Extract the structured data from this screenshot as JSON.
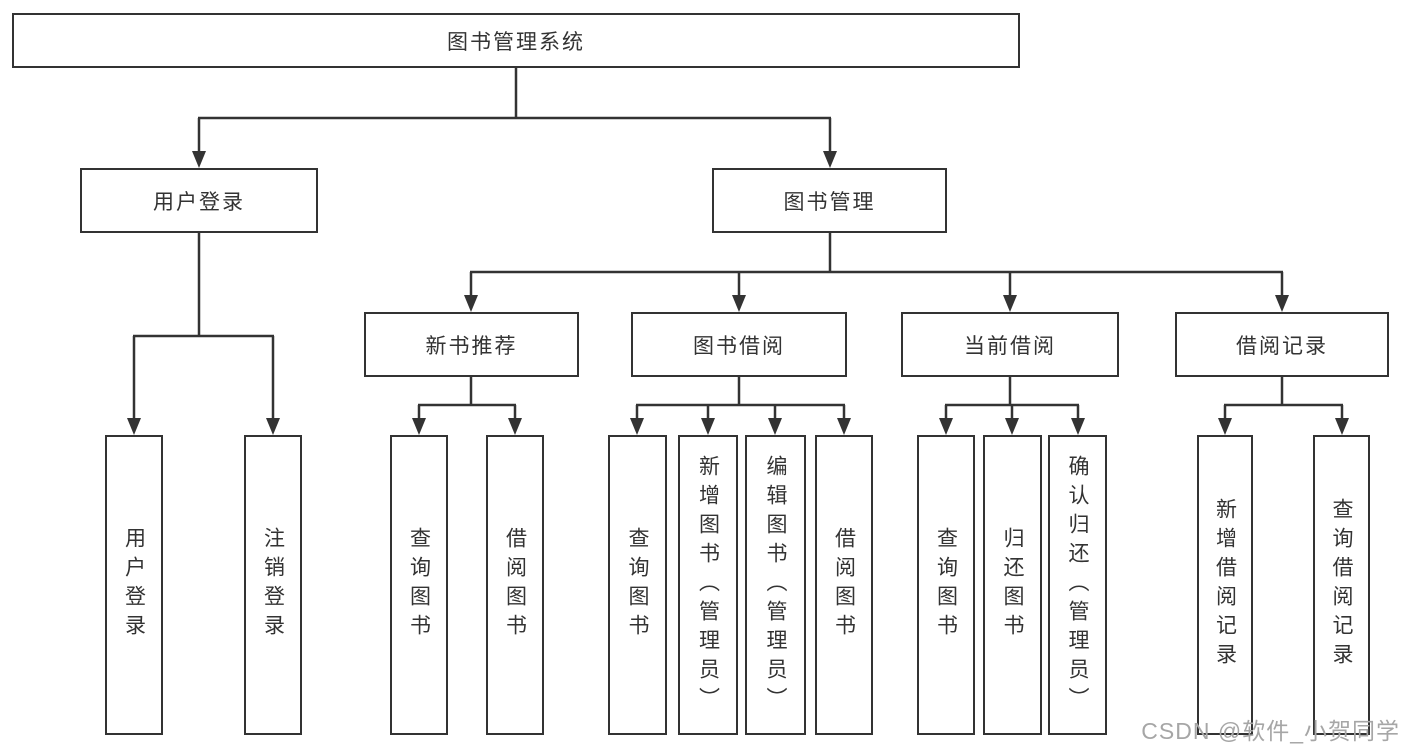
{
  "diagram": {
    "root": "图书管理系统",
    "branches": [
      "用户登录",
      "图书管理"
    ],
    "modules": [
      "新书推荐",
      "图书借阅",
      "当前借阅",
      "借阅记录"
    ],
    "leaves": {
      "user_login": [
        "用户登录",
        "注销登录"
      ],
      "new_book_recommend": [
        "查询图书",
        "借阅图书"
      ],
      "book_borrow": [
        "查询图书",
        "新增图书（管理员）",
        "编辑图书（管理员）",
        "借阅图书"
      ],
      "current_borrow": [
        "查询图书",
        "归还图书",
        "确认归还（管理员）"
      ],
      "borrow_record": [
        "新增借阅记录",
        "查询借阅记录"
      ]
    },
    "watermark": "CSDN @软件_小贺同学"
  },
  "colors": {
    "line": "#333333",
    "border": "#333333",
    "text": "#333333",
    "watermark": "#a6a6a6",
    "background": "#ffffff"
  }
}
